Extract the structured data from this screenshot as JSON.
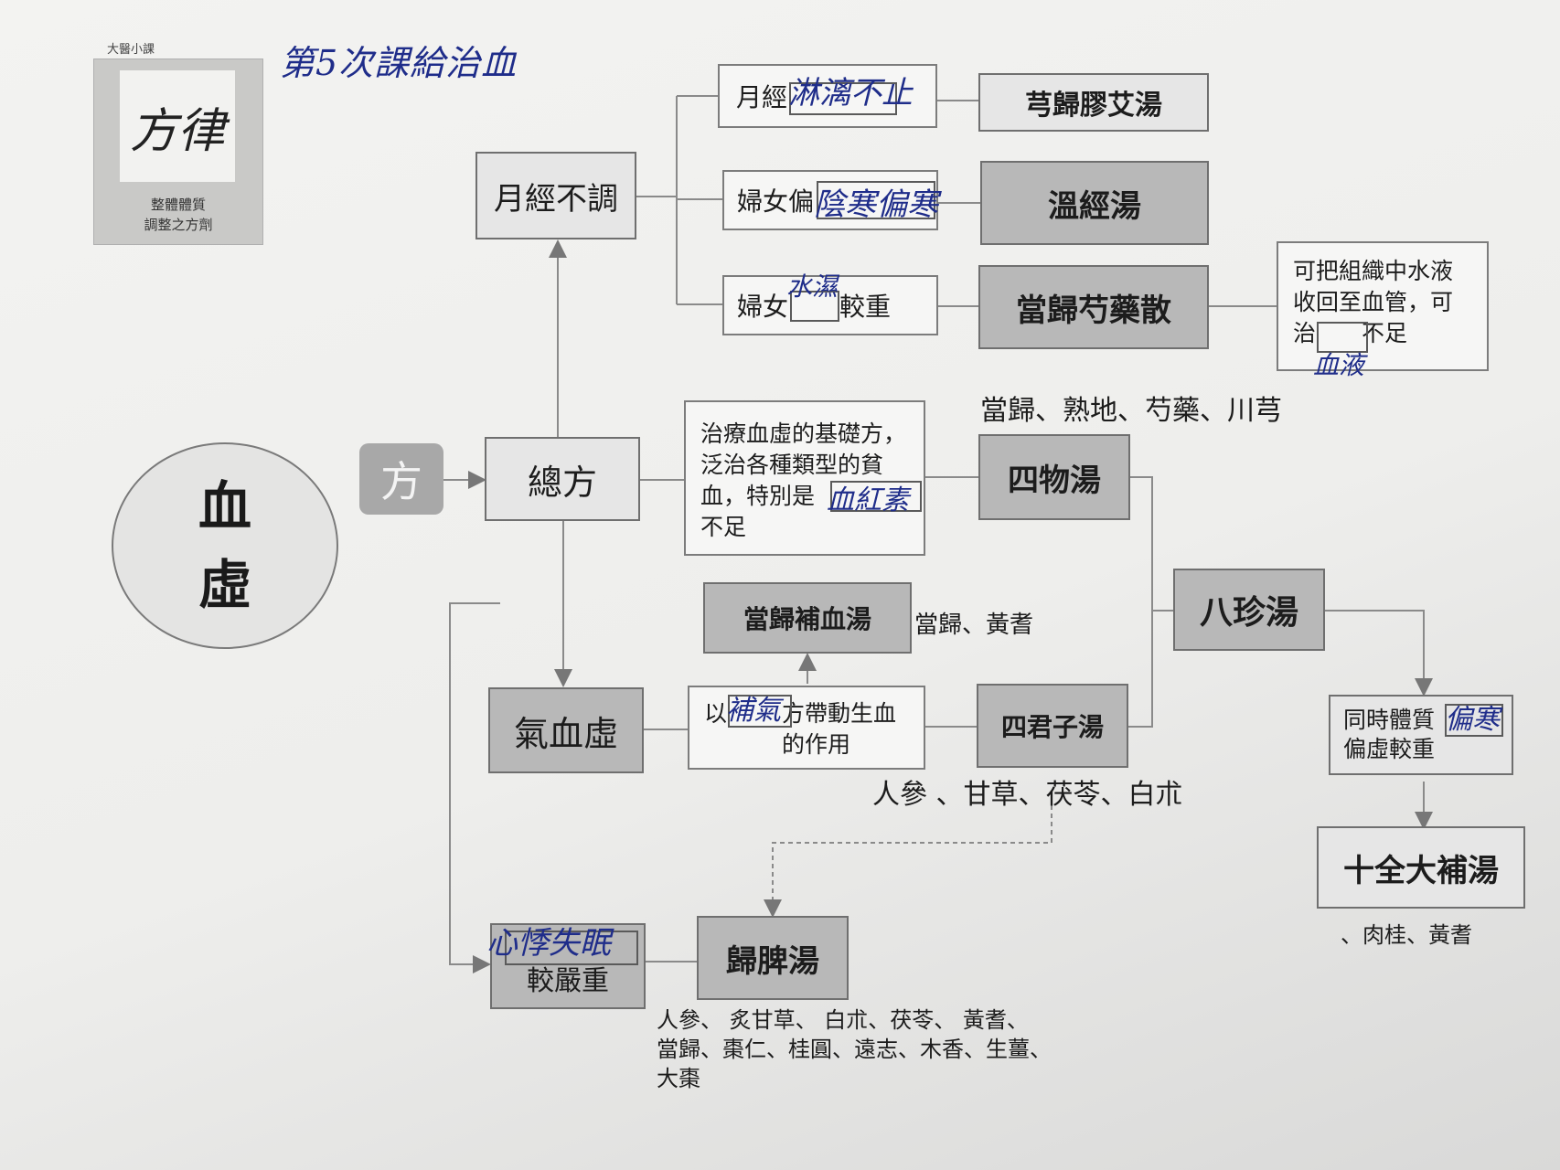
{
  "handwriting": {
    "title": "第5次課給治血",
    "blank_menstrual": "淋漓不止",
    "blank_women": "陰寒偏寒",
    "blank_water": "水濕",
    "blank_blood": "血液",
    "blank_organize": "血紅素",
    "blank_tonify": "補氣",
    "blank_bias": "偏寒",
    "blank_insomnia": "心悸失眠"
  },
  "booklet": {
    "series": "大醫小課",
    "calligraphy": "方律",
    "caption": "整體體質\n調整之方劑"
  },
  "diagram": {
    "center": "血\n虛",
    "fang_tag": "方",
    "zongfang": "總方",
    "menstrual_irregular": "月經不調",
    "qixue": "氣血虛",
    "severe": "較嚴重",
    "mens_prefix": "月經",
    "women_prefix": "婦女偏",
    "women_water_prefix": "婦女",
    "women_water_suffix": "較重",
    "decoction_jiao": "芎歸膠艾湯",
    "decoction_wenjing": "溫經湯",
    "decoction_danggui": "當歸芍藥散",
    "water_note": "可把組織中水液\n收回至血管，可\n治　　不足",
    "base_note": "治療血虛的基礎方，\n泛治各種類型的貧\n血，特別是　　\n不足",
    "siwu": "四物湯",
    "siwu_herbs": "當歸、熟地、芍藥、川芎",
    "buxue": "當歸補血湯",
    "buxue_herbs": "當歸、黃耆",
    "yi_prefix": "以",
    "yi_suffix": "方帶動生血\n的作用",
    "sijunzi": "四君子湯",
    "sijunzi_herbs": "人參 、甘草、茯苓、白朮",
    "bazhen": "八珍湯",
    "same_time": "同時體質\n偏虛較重",
    "shiquan": "十全大補湯",
    "shiquan_herbs": "、肉桂、黃耆",
    "guipi": "歸脾湯",
    "guipi_herbs": "人參、 炙甘草、 白朮、茯苓、 黃耆、\n當歸、棗仁、桂圓、遠志、木香、生薑、\n大棗"
  }
}
